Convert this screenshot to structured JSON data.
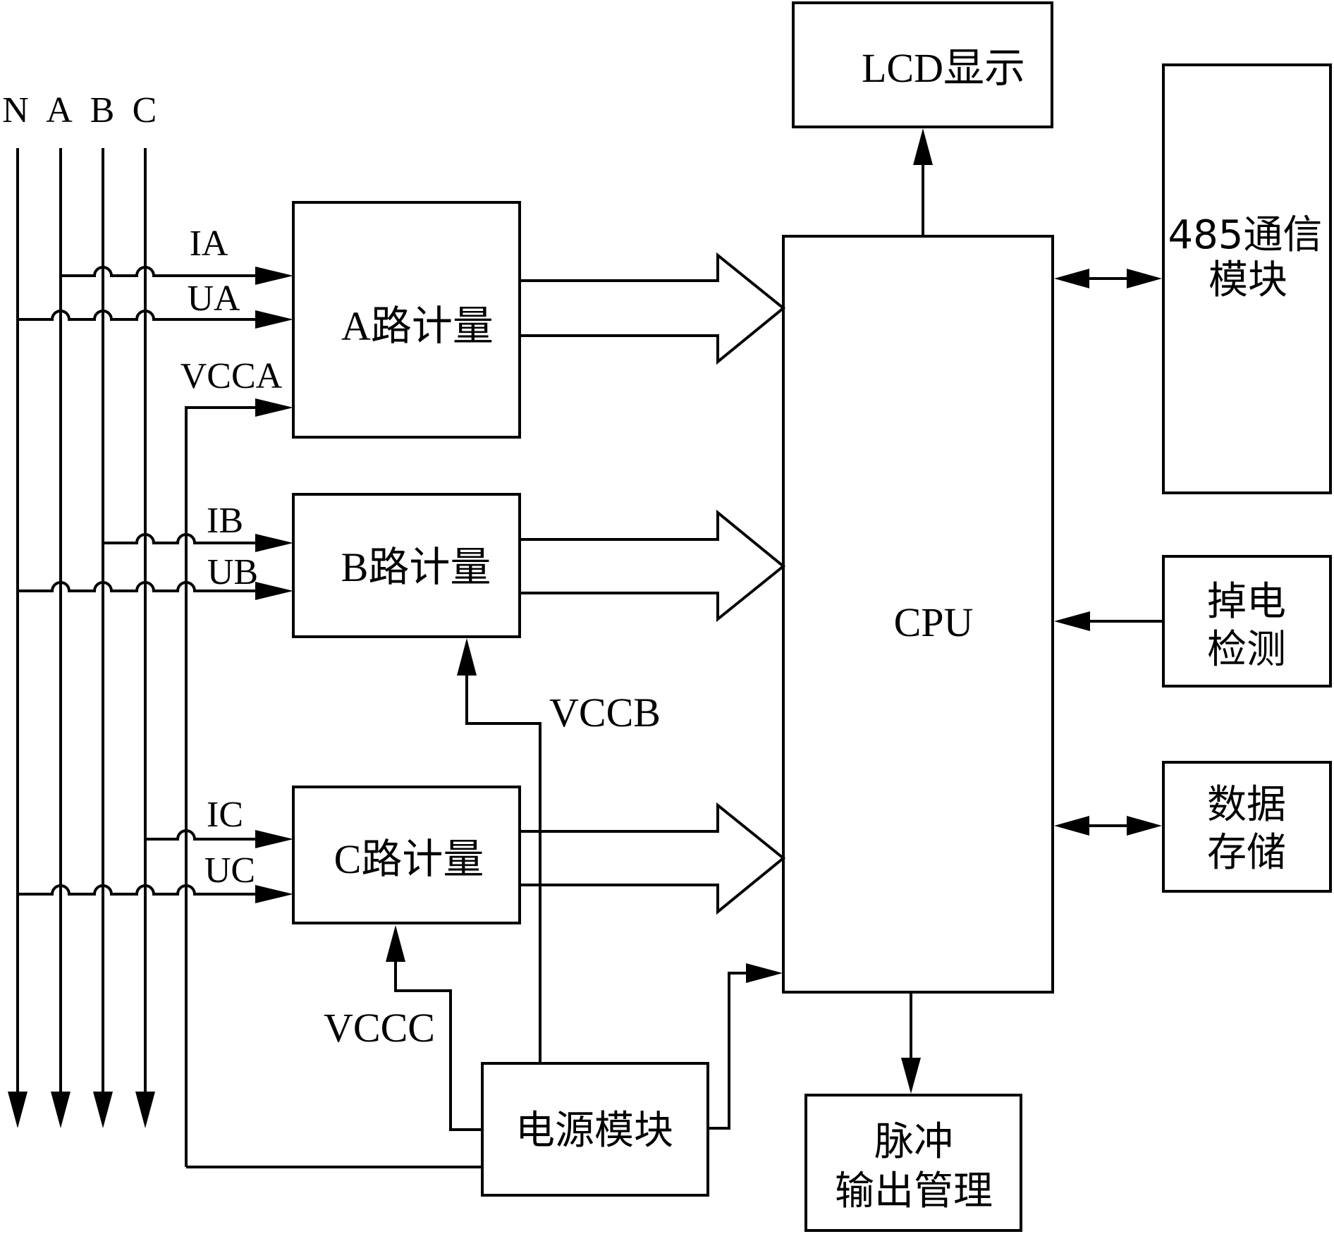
{
  "phase_labels": [
    "N",
    "A",
    "B",
    "C"
  ],
  "signals": {
    "ia": "IA",
    "ua": "UA",
    "vcca": "VCCA",
    "ib": "IB",
    "ub": "UB",
    "vccb": "VCCB",
    "ic": "IC",
    "uc": "UC",
    "vccc": "VCCC"
  },
  "blocks": {
    "meter_a": "A路计量",
    "meter_b": "B路计量",
    "meter_c": "C路计量",
    "cpu": "CPU",
    "lcd": "LCD显示",
    "comm485": [
      "485通信",
      "模块"
    ],
    "power_fail": [
      "掉电",
      "检测"
    ],
    "storage": [
      "数据",
      "存储"
    ],
    "power": "电源模块",
    "pulse": [
      "脉冲",
      "输出管理"
    ]
  }
}
